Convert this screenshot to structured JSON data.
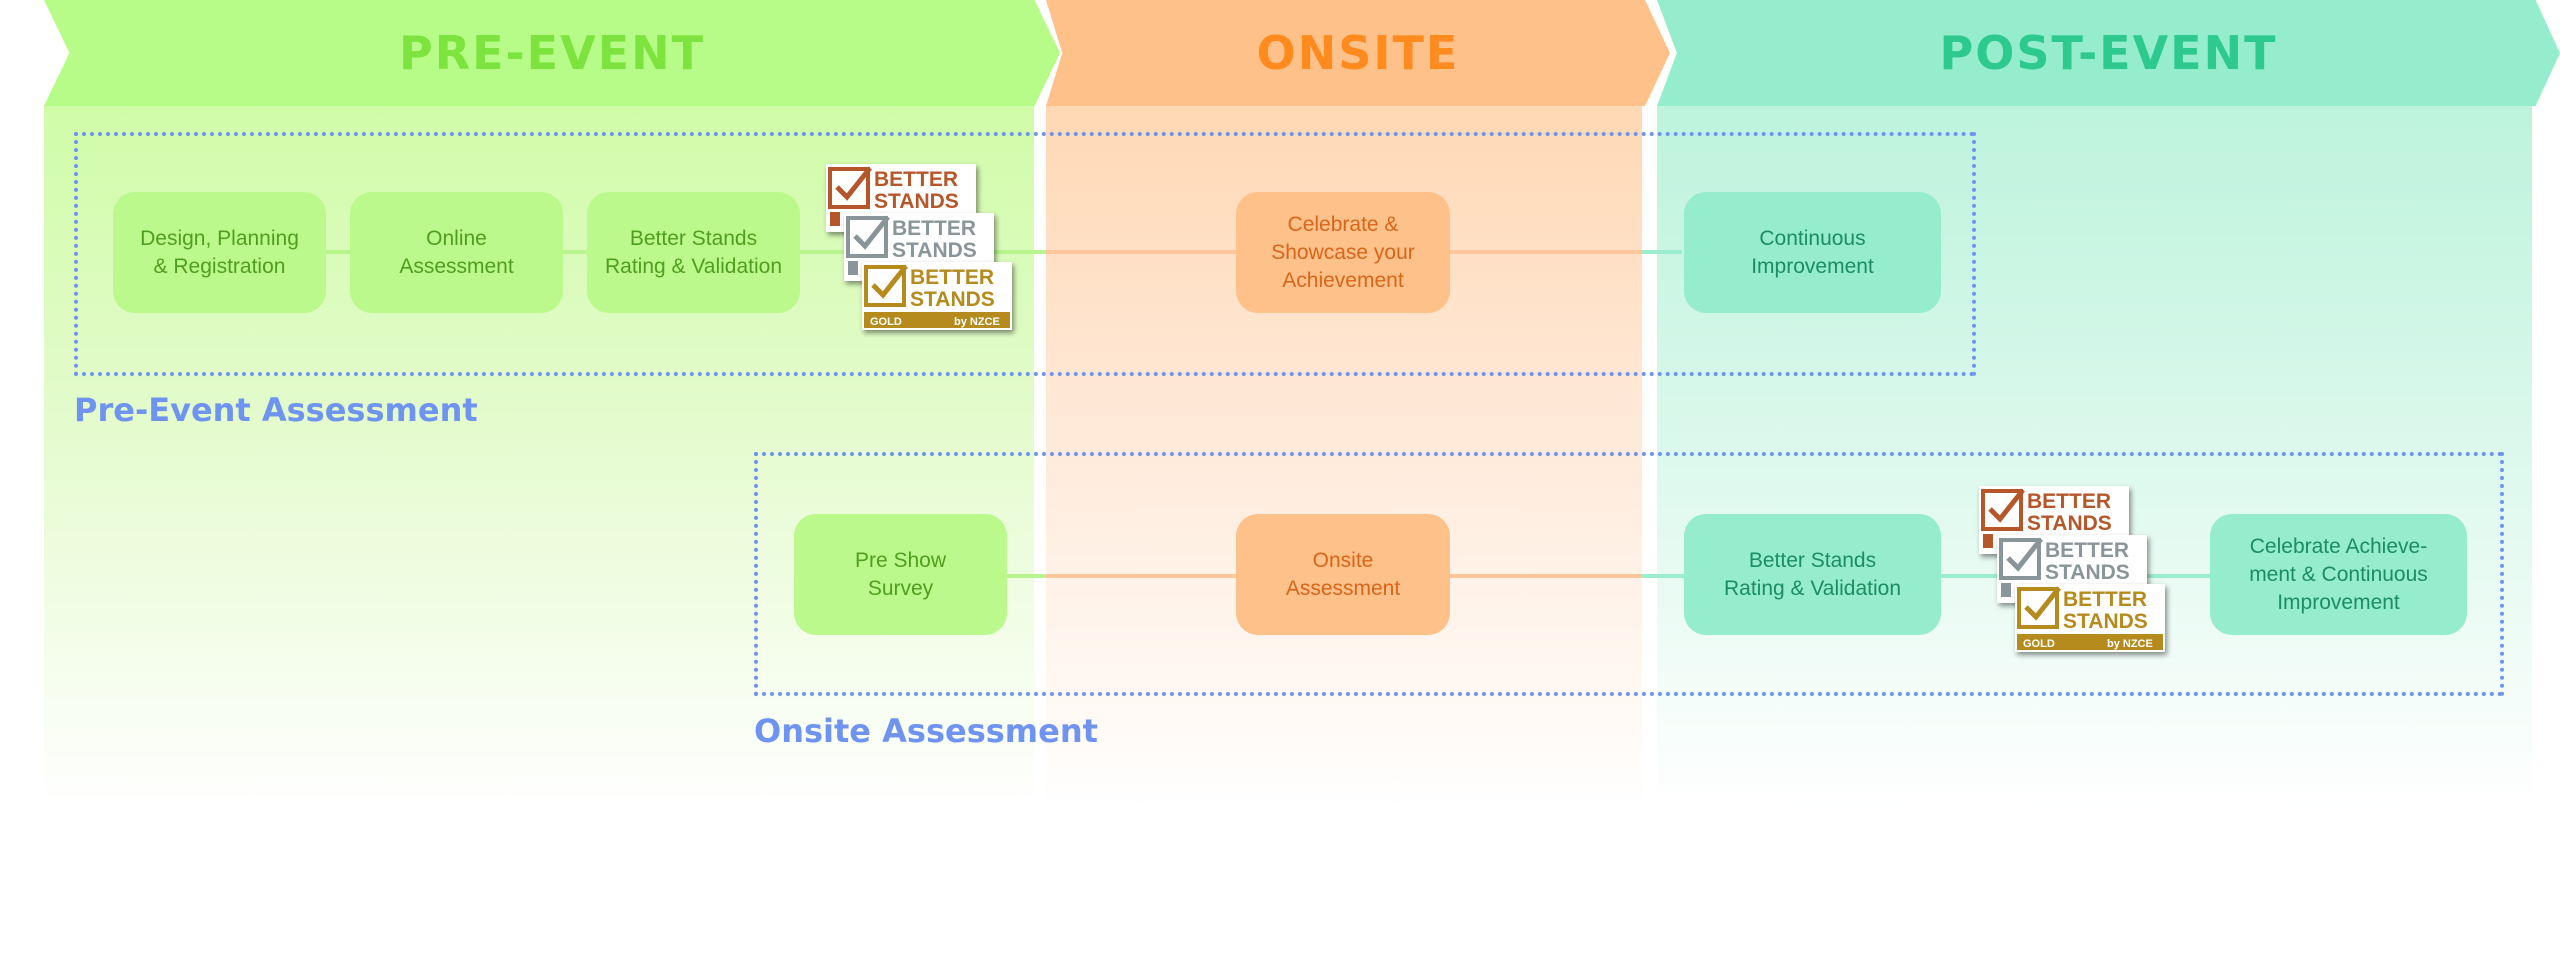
{
  "phases": {
    "pre": "PRE-EVENT",
    "onsite": "ONSITE",
    "post": "POST-EVENT"
  },
  "colors": {
    "pre": "#7de33e",
    "onsite": "#ff8a1e",
    "post": "#2ec98f",
    "assessment": "#6f93f0",
    "bronze": "#b5572a",
    "silver": "#8a9599",
    "gold": "#b58b1e"
  },
  "row1": {
    "steps": [
      "Design, Planning\n& Registration",
      "Online\nAssessment",
      "Better Stands\nRating & Validation",
      "Celebrate &\nShowcase your\nAchievement",
      "Continuous\nImprovement"
    ],
    "label": "Pre-Event Assessment"
  },
  "row2": {
    "steps": [
      "Pre Show\nSurvey",
      "Onsite\nAssessment",
      "Better Stands\nRating & Validation",
      "Celebrate Achieve-\nment & Continuous\nImprovement"
    ],
    "label": "Onsite Assessment"
  },
  "badge": {
    "line1": "BETTER",
    "line2": "STANDS",
    "gold_tier": "GOLD",
    "gold_by": "by NZCE",
    "icon": "checkbox-icon"
  }
}
